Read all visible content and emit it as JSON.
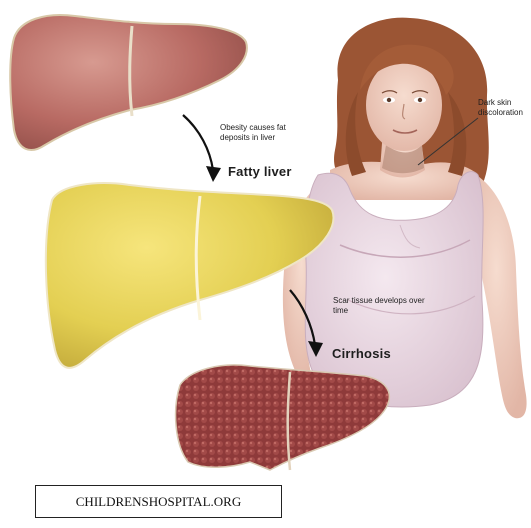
{
  "labels": {
    "obesity_cause": "Obesity causes fat deposits in liver",
    "fatty_liver": "Fatty liver",
    "scar_tissue": "Scar tissue develops over time",
    "cirrhosis": "Cirrhosis",
    "dark_skin": "Dark skin discoloration"
  },
  "source": "CHILDRENSHOSPITAL.ORG",
  "colors": {
    "healthy_liver": "#b86a63",
    "fatty_liver": "#e3cf52",
    "cirrhotic_liver": "#8e3a3a",
    "skin": "#f0d0c4",
    "shirt": "#ead9e3",
    "hair": "#9b5534"
  }
}
